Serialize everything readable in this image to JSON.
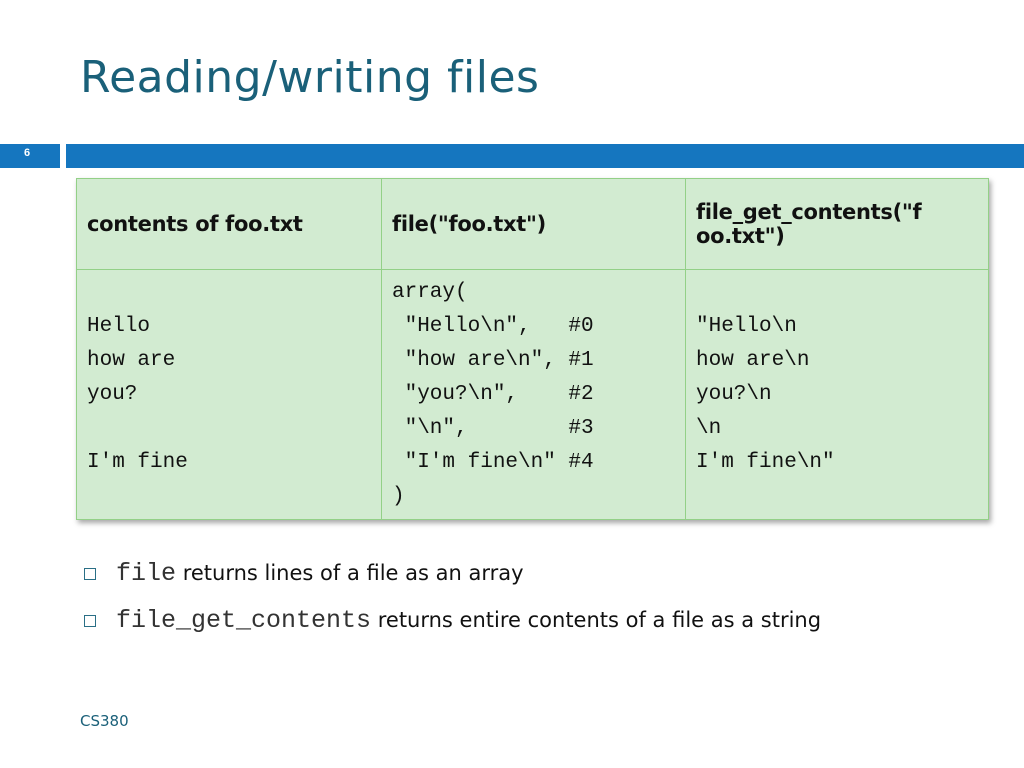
{
  "slide": {
    "title": "Reading/writing files",
    "number": "6",
    "footer": "CS380"
  },
  "table": {
    "headers": [
      "contents of foo.txt",
      "file(\"foo.txt\")",
      "file_get_contents(\"foo.txt\")"
    ],
    "header3_wrapped": "file_get_contents(\"f\noo.txt\")",
    "cells": [
      "Hello\nhow are\nyou?\n\nI'm fine",
      "array(\n \"Hello\\n\",   #0\n \"how are\\n\", #1\n \"you?\\n\",    #2\n \"\\n\",        #3\n \"I'm fine\\n\" #4\n)",
      "\"Hello\\n\nhow are\\n\nyou?\\n\n\\n\nI'm fine\\n\""
    ]
  },
  "bullets": [
    {
      "code": "file",
      "text": " returns lines of a file as an array"
    },
    {
      "code": "file_get_contents",
      "text": "  returns entire contents of a file as a string"
    }
  ],
  "colors": {
    "title": "#1a6079",
    "bar": "#1576bf",
    "table_bg": "#d2ebd1",
    "table_border": "#93d087"
  }
}
